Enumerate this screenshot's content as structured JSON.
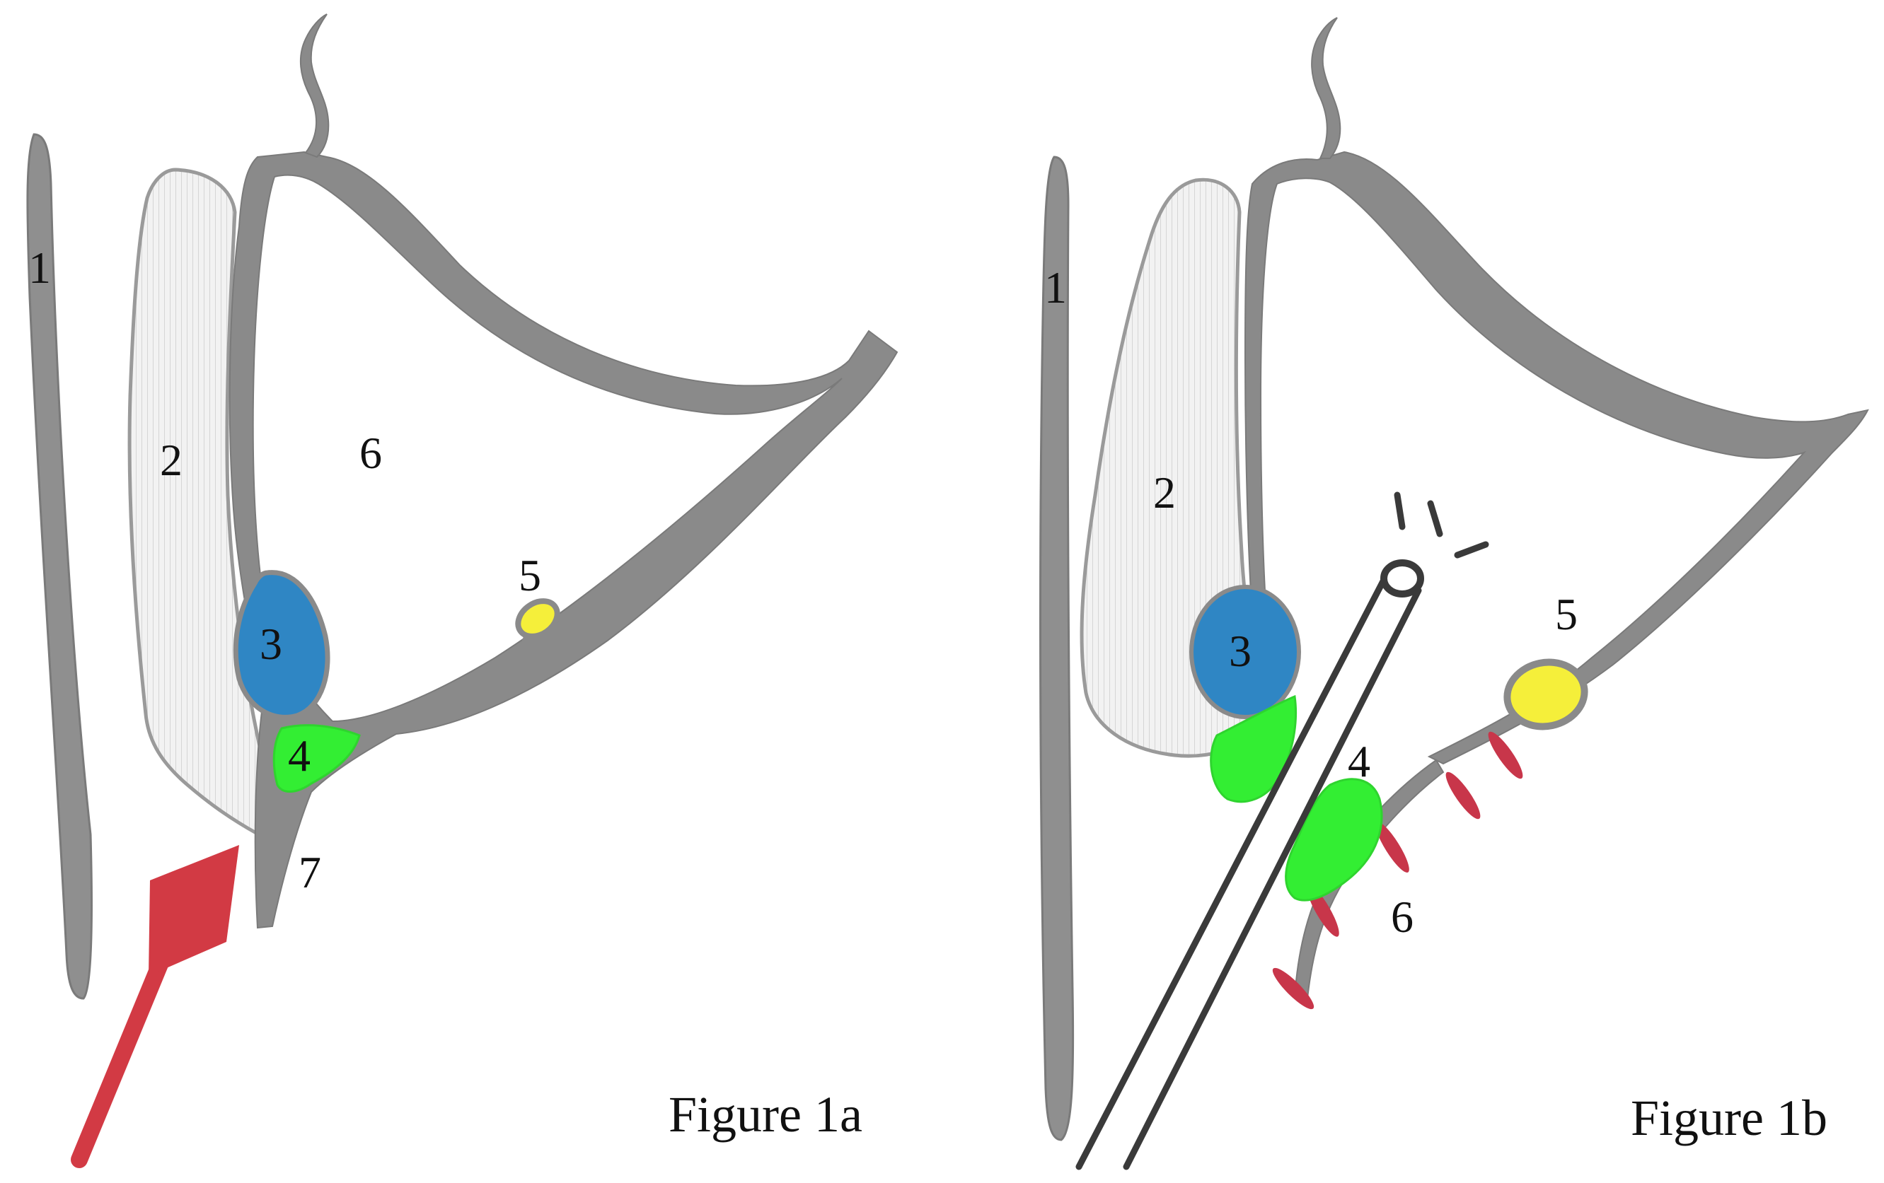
{
  "figure_1a": {
    "caption": "Figure 1a",
    "labels": {
      "l1": "1",
      "l2": "2",
      "l3": "3",
      "l4": "4",
      "l5": "5",
      "l6": "6",
      "l7": "7"
    }
  },
  "figure_1b": {
    "caption": "Figure 1b",
    "labels": {
      "l1": "1",
      "l2": "2",
      "l3": "3",
      "l4": "4",
      "l5": "5",
      "l6": "6"
    }
  },
  "colors": {
    "tissue_gray": "#8f8f8f",
    "tissue_light": "#ececec",
    "structure_blue": "#2f86c4",
    "structure_green": "#33ee33",
    "structure_yellow": "#f5ef3a",
    "arrow_red": "#d23a44",
    "instrument_dark": "#3a3a3a"
  }
}
